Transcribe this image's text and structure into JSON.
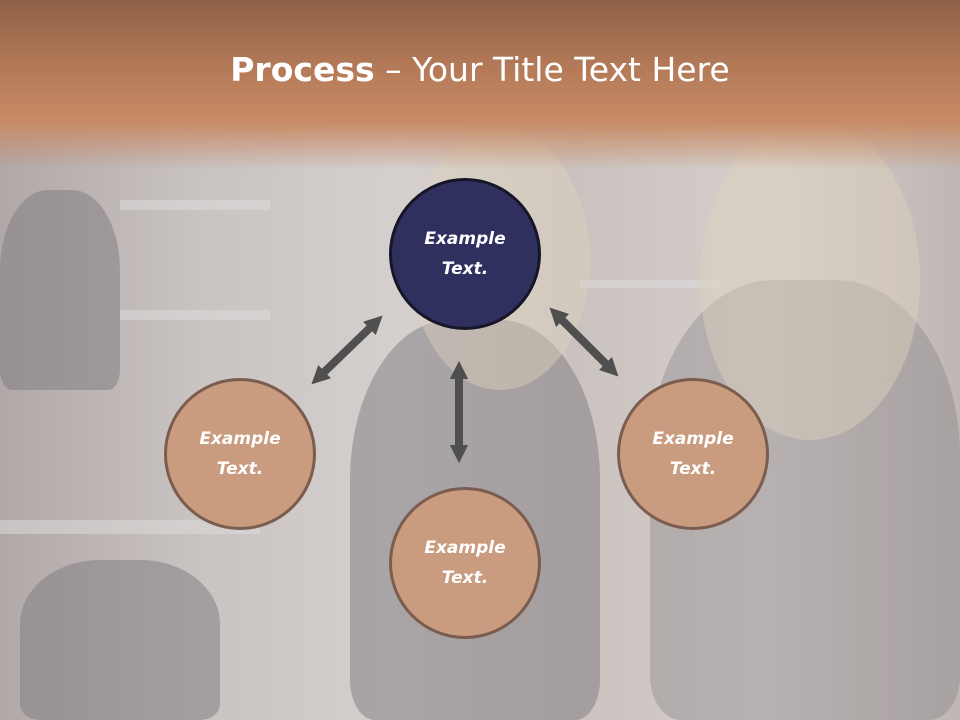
{
  "title": {
    "bold": "Process",
    "rest": " – Your Title Text Here"
  },
  "nodes": {
    "top": {
      "line1": "Example",
      "line2": "Text."
    },
    "left": {
      "line1": "Example",
      "line2": "Text."
    },
    "bottom": {
      "line1": "Example",
      "line2": "Text."
    },
    "right": {
      "line1": "Example",
      "line2": "Text."
    }
  },
  "colors": {
    "title_band": "#c88b66",
    "center_circle": "#30305f",
    "outer_circle": "#c99b7f",
    "circle_border": "#7b5d4f",
    "arrow": "#4f4f4f"
  }
}
